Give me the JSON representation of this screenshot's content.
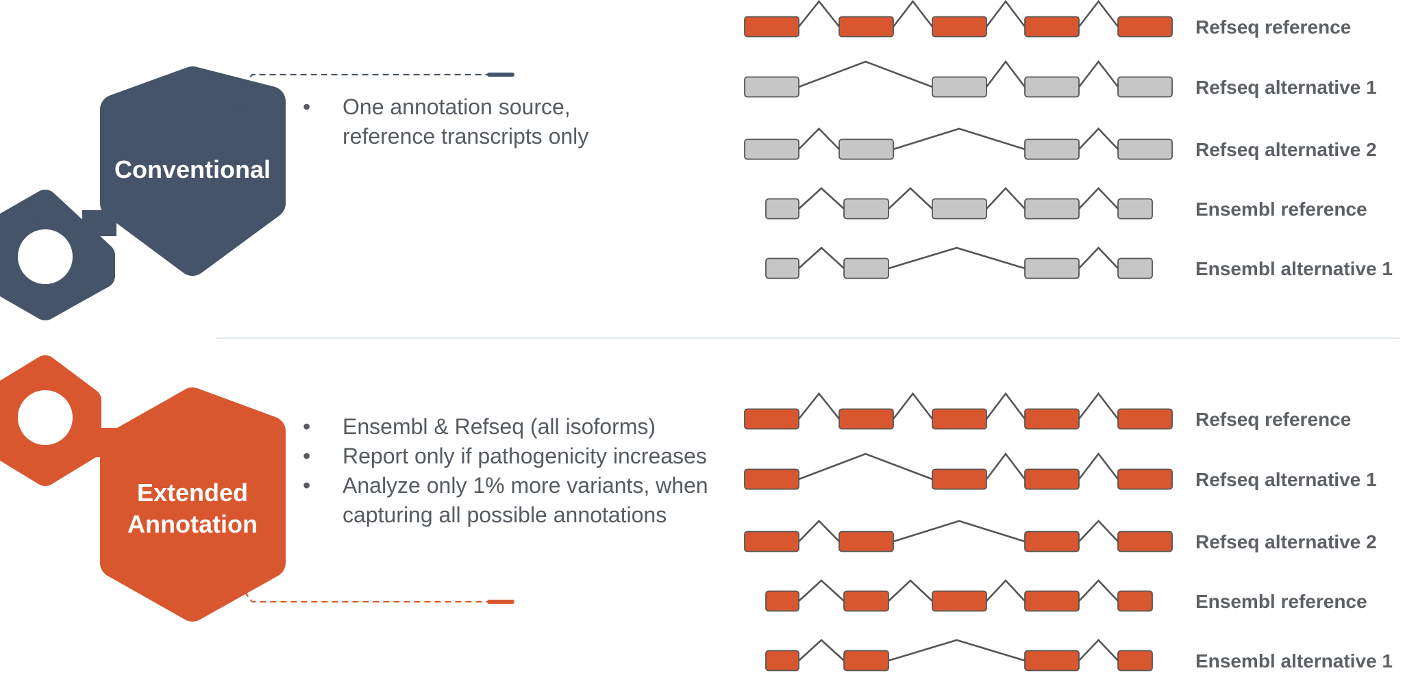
{
  "colors": {
    "navy": "#455468",
    "orange": "#d9572f",
    "gray_exon": "#c6c6c6",
    "line": "#555555",
    "text": "#555b61",
    "divider": "#dde7ee"
  },
  "sections": [
    {
      "id": "conventional",
      "title_lines": [
        "Conventional"
      ],
      "bullets": [
        "One annotation source, reference transcripts only"
      ],
      "tracks": [
        {
          "label": "Refseq reference",
          "highlighted": true
        },
        {
          "label": "Refseq alternative 1",
          "highlighted": false
        },
        {
          "label": "Refseq alternative 2",
          "highlighted": false
        },
        {
          "label": "Ensembl reference",
          "highlighted": false
        },
        {
          "label": "Ensembl alternative 1",
          "highlighted": false
        }
      ]
    },
    {
      "id": "extended",
      "title_lines": [
        "Extended",
        "Annotation"
      ],
      "bullets": [
        "Ensembl & Refseq (all isoforms)",
        "Report only if pathogenicity increases",
        "Analyze only 1% more variants, when capturing all possible annotations"
      ],
      "tracks": [
        {
          "label": "Refseq reference",
          "highlighted": true
        },
        {
          "label": "Refseq alternative 1",
          "highlighted": true
        },
        {
          "label": "Refseq alternative 2",
          "highlighted": true
        },
        {
          "label": "Ensembl reference",
          "highlighted": true
        },
        {
          "label": "Ensembl alternative 1",
          "highlighted": true
        }
      ]
    }
  ]
}
